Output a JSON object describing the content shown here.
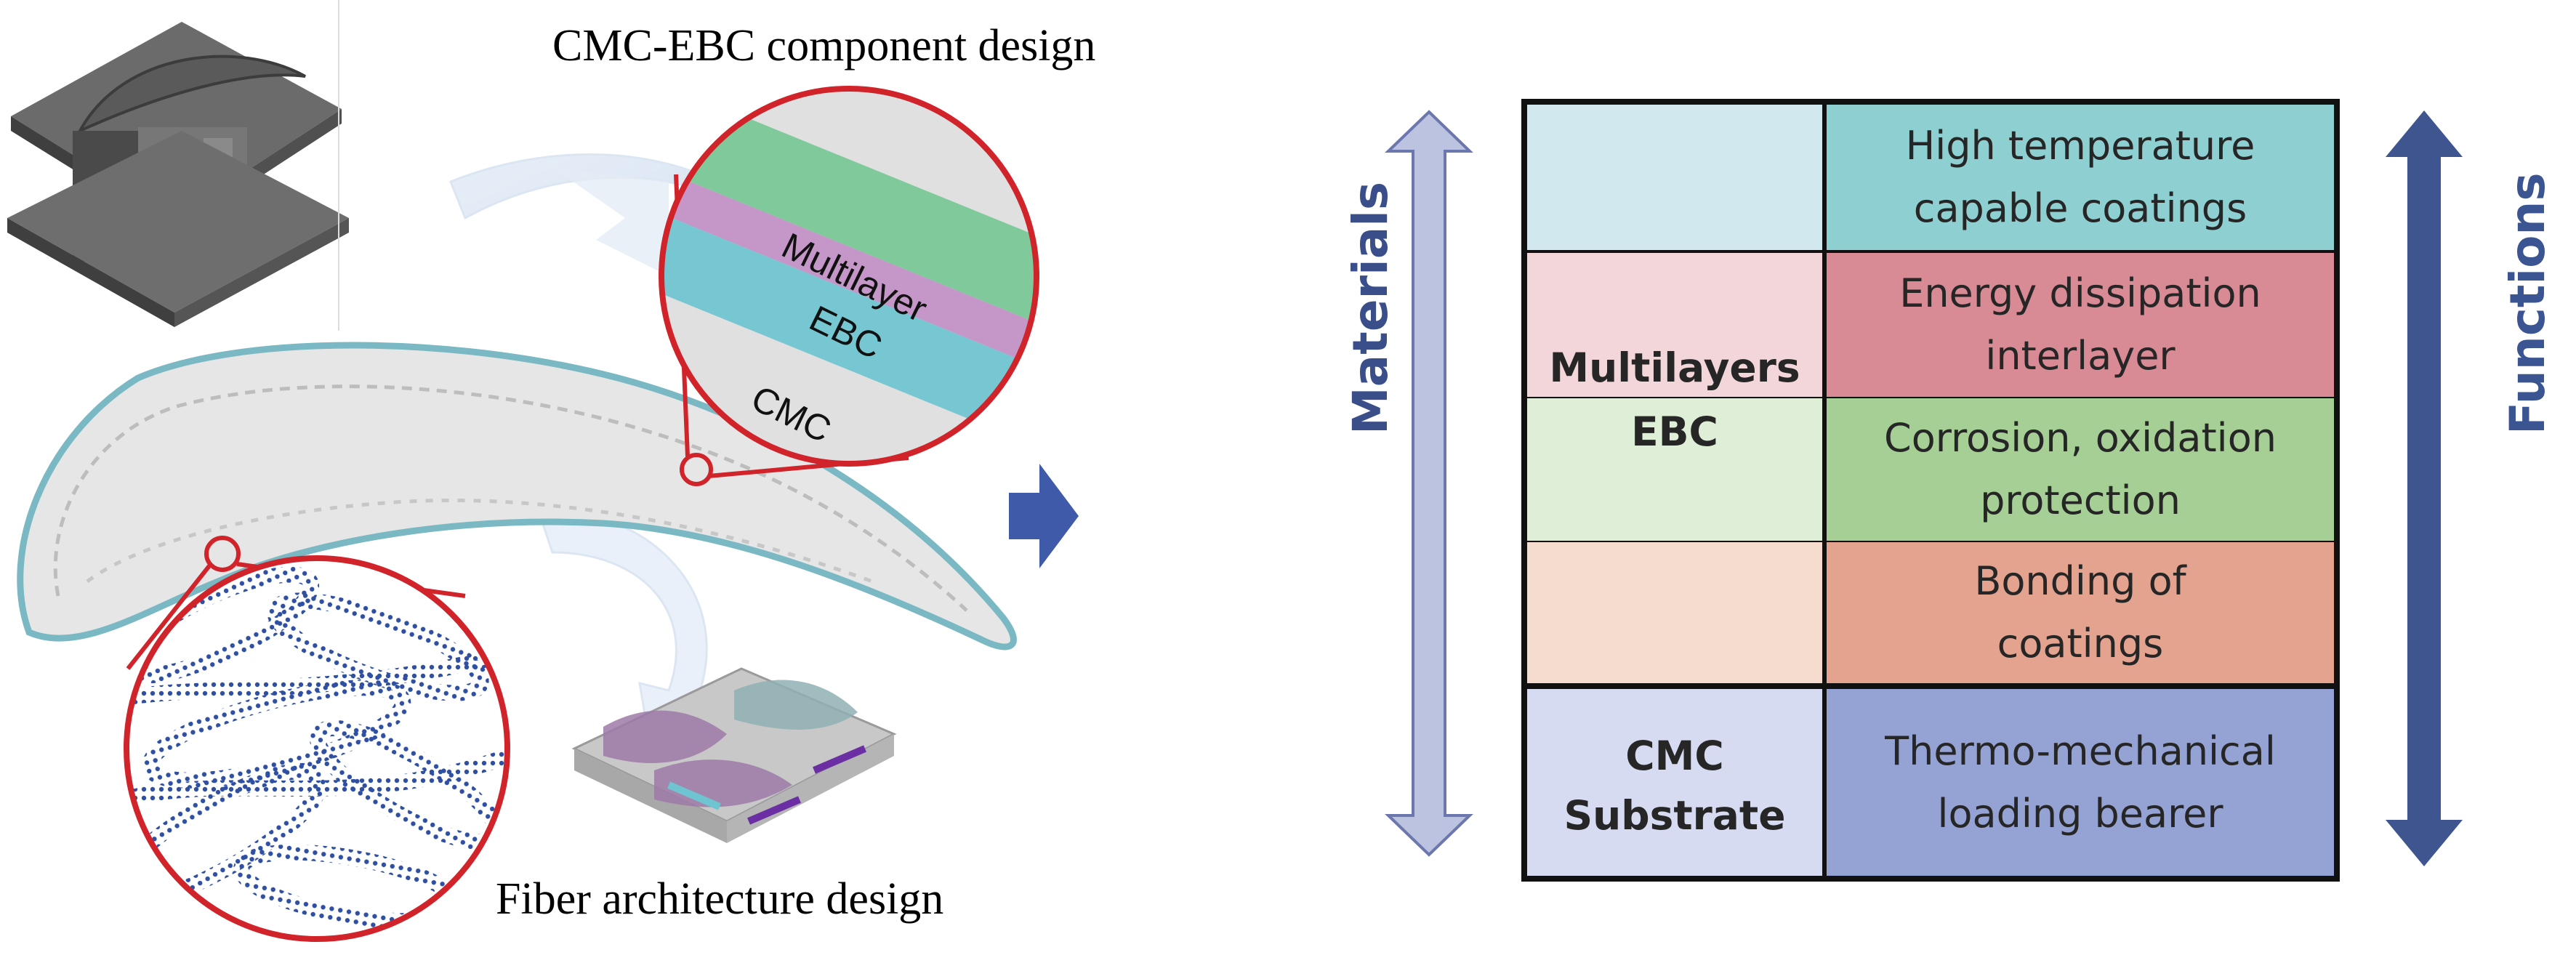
{
  "figure": {
    "left_panel": {
      "top_caption": "CMC-EBC component design",
      "bottom_caption": "Fiber architecture design",
      "inset_labels": [
        "Multilayer",
        "EBC",
        "CMC"
      ]
    },
    "right_panel": {
      "left_axis_label": "Materials",
      "right_axis_label": "Functions",
      "material_groups": [
        {
          "label": "Multilayers EBC",
          "lines": [
            "Multilayers",
            "EBC"
          ]
        },
        {
          "label": "CMC Substrate",
          "lines": [
            "CMC",
            "Substrate"
          ]
        }
      ],
      "function_rows": [
        {
          "lines": [
            "High temperature",
            "capable coatings"
          ],
          "color": "#8ecfd1",
          "left_color": "#d1e8ee"
        },
        {
          "lines": [
            "Energy dissipation",
            "interlayer"
          ],
          "color": "#d98b95",
          "left_color": "#f3d6da"
        },
        {
          "lines": [
            "Corrosion, oxidation",
            "protection"
          ],
          "color": "#a5cf95",
          "left_color": "#dfeed7"
        },
        {
          "lines": [
            "Bonding of",
            "coatings"
          ],
          "color": "#e4a38f",
          "left_color": "#f6dccf"
        },
        {
          "lines": [
            "Thermo-mechanical",
            "loading bearer"
          ],
          "color": "#95a3d4",
          "left_color": "#d7dbf1"
        }
      ],
      "colors": {
        "materials_arrow": "#bcc3e0",
        "functions_arrow": "#3f5590",
        "materials_text": "#3a4f8a",
        "functions_text": "#3a5592",
        "pointer_arrow": "#3f5aa8"
      }
    }
  }
}
